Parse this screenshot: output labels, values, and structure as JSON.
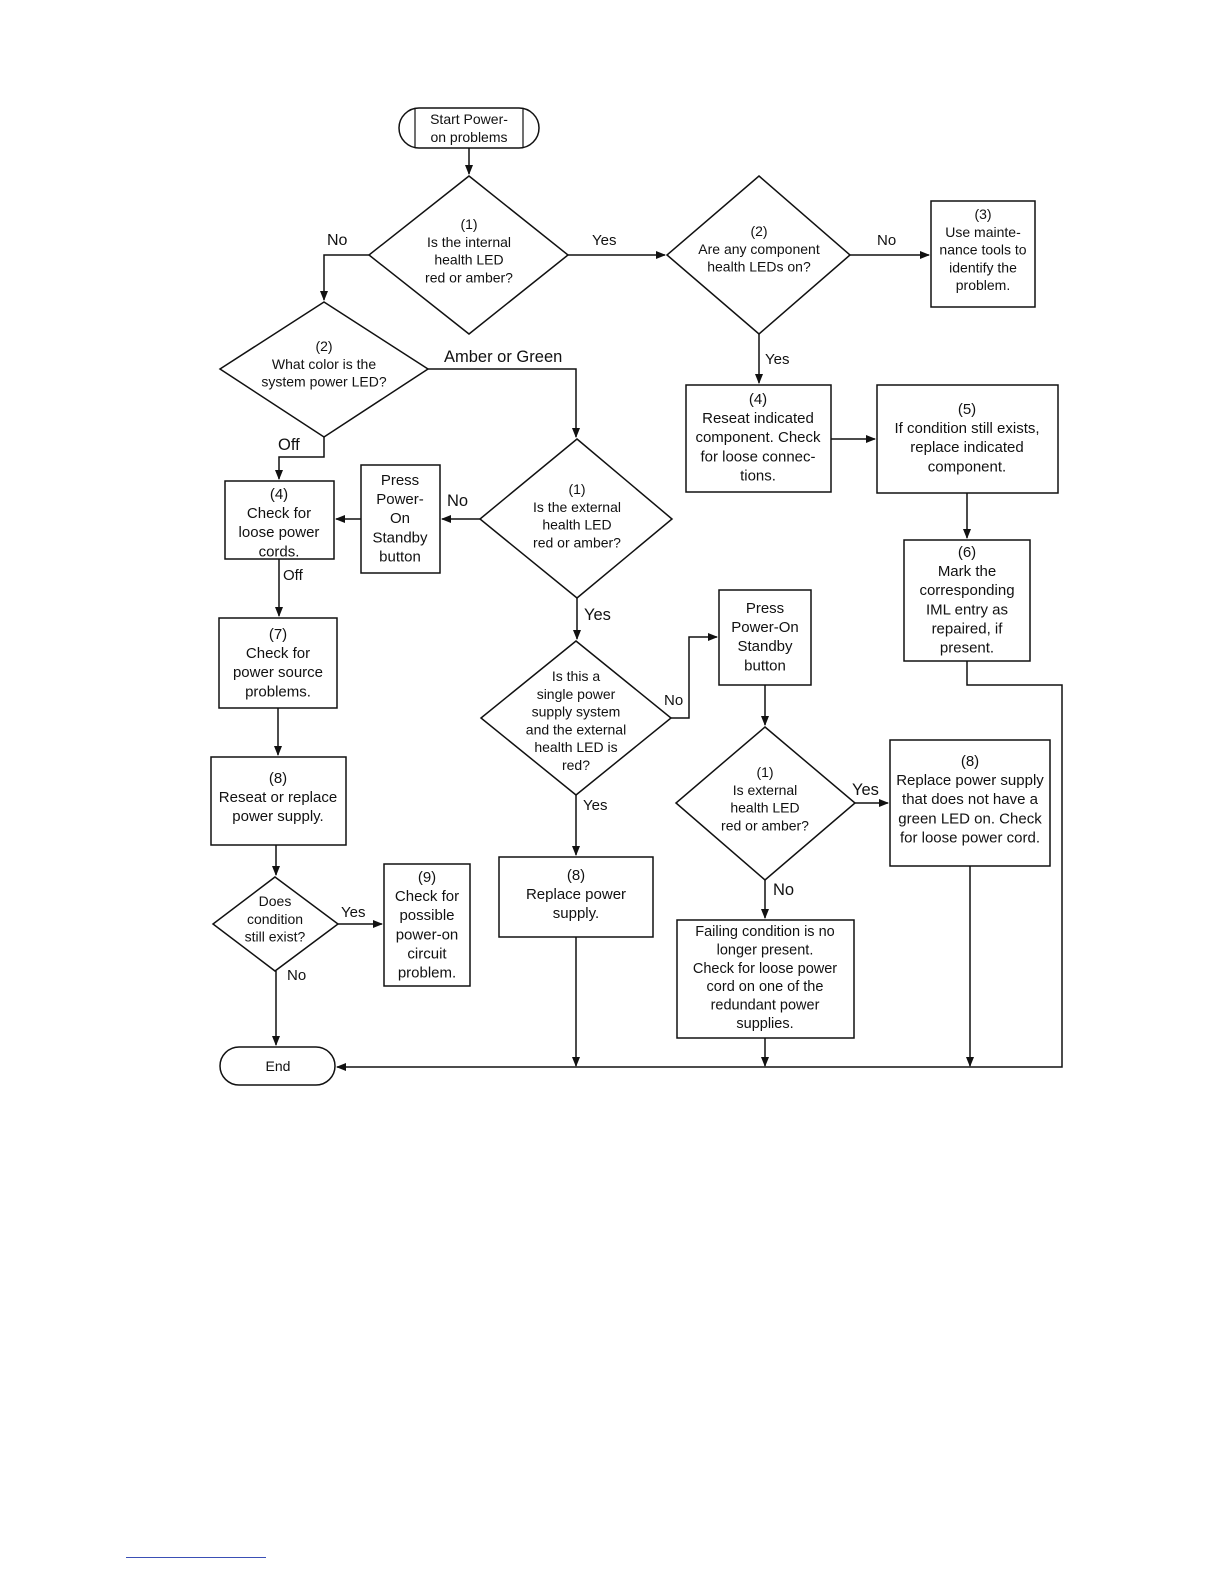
{
  "diagram": {
    "nodes": {
      "start": [
        "Start Power-",
        "on problems"
      ],
      "q_internal": [
        "(1)",
        "Is the internal",
        "health LED",
        "red or amber?"
      ],
      "q_component": [
        "(2)",
        "Are any component",
        "health LEDs on?"
      ],
      "use_maint": [
        "(3)",
        "Use mainte-",
        "nance tools to",
        "identify the",
        "problem."
      ],
      "q_color": [
        "(2)",
        "What color is the",
        "system power LED?"
      ],
      "reseat_comp": [
        "(4)",
        "Reseat indicated",
        "component. Check",
        "for loose connec-",
        "tions."
      ],
      "replace_comp": [
        "(5)",
        "If condition still exists,",
        "replace indicated",
        "component."
      ],
      "check_cords": [
        "(4)",
        "Check for",
        "loose power",
        "cords."
      ],
      "press_standby_1": [
        "Press",
        "Power-",
        "On",
        "Standby",
        "button"
      ],
      "q_external": [
        "(1)",
        "Is the external",
        "health LED",
        "red or amber?"
      ],
      "mark_iml": [
        "(6)",
        "Mark the",
        "corresponding",
        "IML entry as",
        "repaired, if",
        "present."
      ],
      "check_source": [
        "(7)",
        "Check for",
        "power source",
        "problems."
      ],
      "press_standby_2": [
        "Press",
        "Power-On",
        "Standby",
        "button"
      ],
      "q_single": [
        "Is this a",
        "single power",
        "supply system",
        "and the external",
        "health LED is",
        "red?"
      ],
      "reseat_ps": [
        "(8)",
        "Reseat or replace",
        "power supply."
      ],
      "q_ext2": [
        "(1)",
        "Is external",
        "health LED",
        "red or amber?"
      ],
      "replace_ps_green": [
        "(8)",
        "Replace power supply",
        "that does not have a",
        "green LED on. Check",
        "for loose power cord."
      ],
      "q_still": [
        "Does",
        "condition",
        "still exist?"
      ],
      "check_circuit": [
        "(9)",
        "Check for",
        "possible",
        "power-on",
        "circuit",
        "problem."
      ],
      "replace_ps": [
        "(8)",
        "Replace power",
        "supply."
      ],
      "failing_cond": [
        "Failing condition is no",
        "longer present.",
        "Check for loose power",
        "cord on one of the",
        "redundant power",
        "supplies."
      ],
      "end": [
        "End"
      ]
    },
    "labels": {
      "no_internal": "No",
      "yes_internal": "Yes",
      "no_component": "No",
      "yes_component": "Yes",
      "amber_green": "Amber or Green",
      "off_color": "Off",
      "no_external": "No",
      "off_cords": "Off",
      "yes_external": "Yes",
      "no_single": "No",
      "yes_single": "Yes",
      "yes_ext2": "Yes",
      "no_ext2": "No",
      "yes_still": "Yes",
      "no_still": "No"
    }
  }
}
